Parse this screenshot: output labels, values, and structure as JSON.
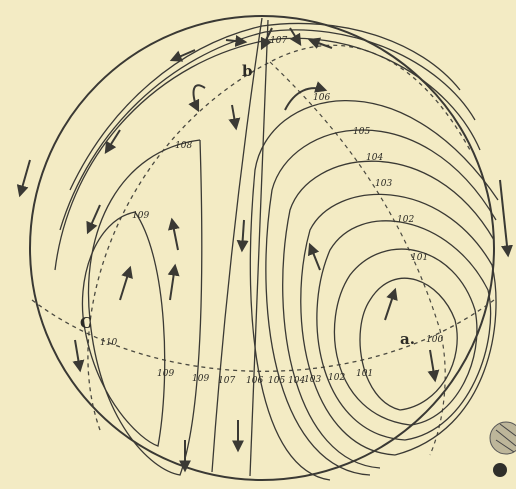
{
  "paper_color": "#f3ebc4",
  "ink_color": "#3a3934",
  "points": {
    "a": "a.",
    "b": "b",
    "c": "C"
  },
  "east_numbers": [
    "100",
    "101",
    "102",
    "103",
    "104",
    "105",
    "106",
    "107"
  ],
  "west_numbers": [
    "108",
    "109",
    "110"
  ],
  "equator_numbers": [
    "109",
    "109",
    "107",
    "106",
    "105",
    "104",
    "103",
    "102",
    "101"
  ]
}
